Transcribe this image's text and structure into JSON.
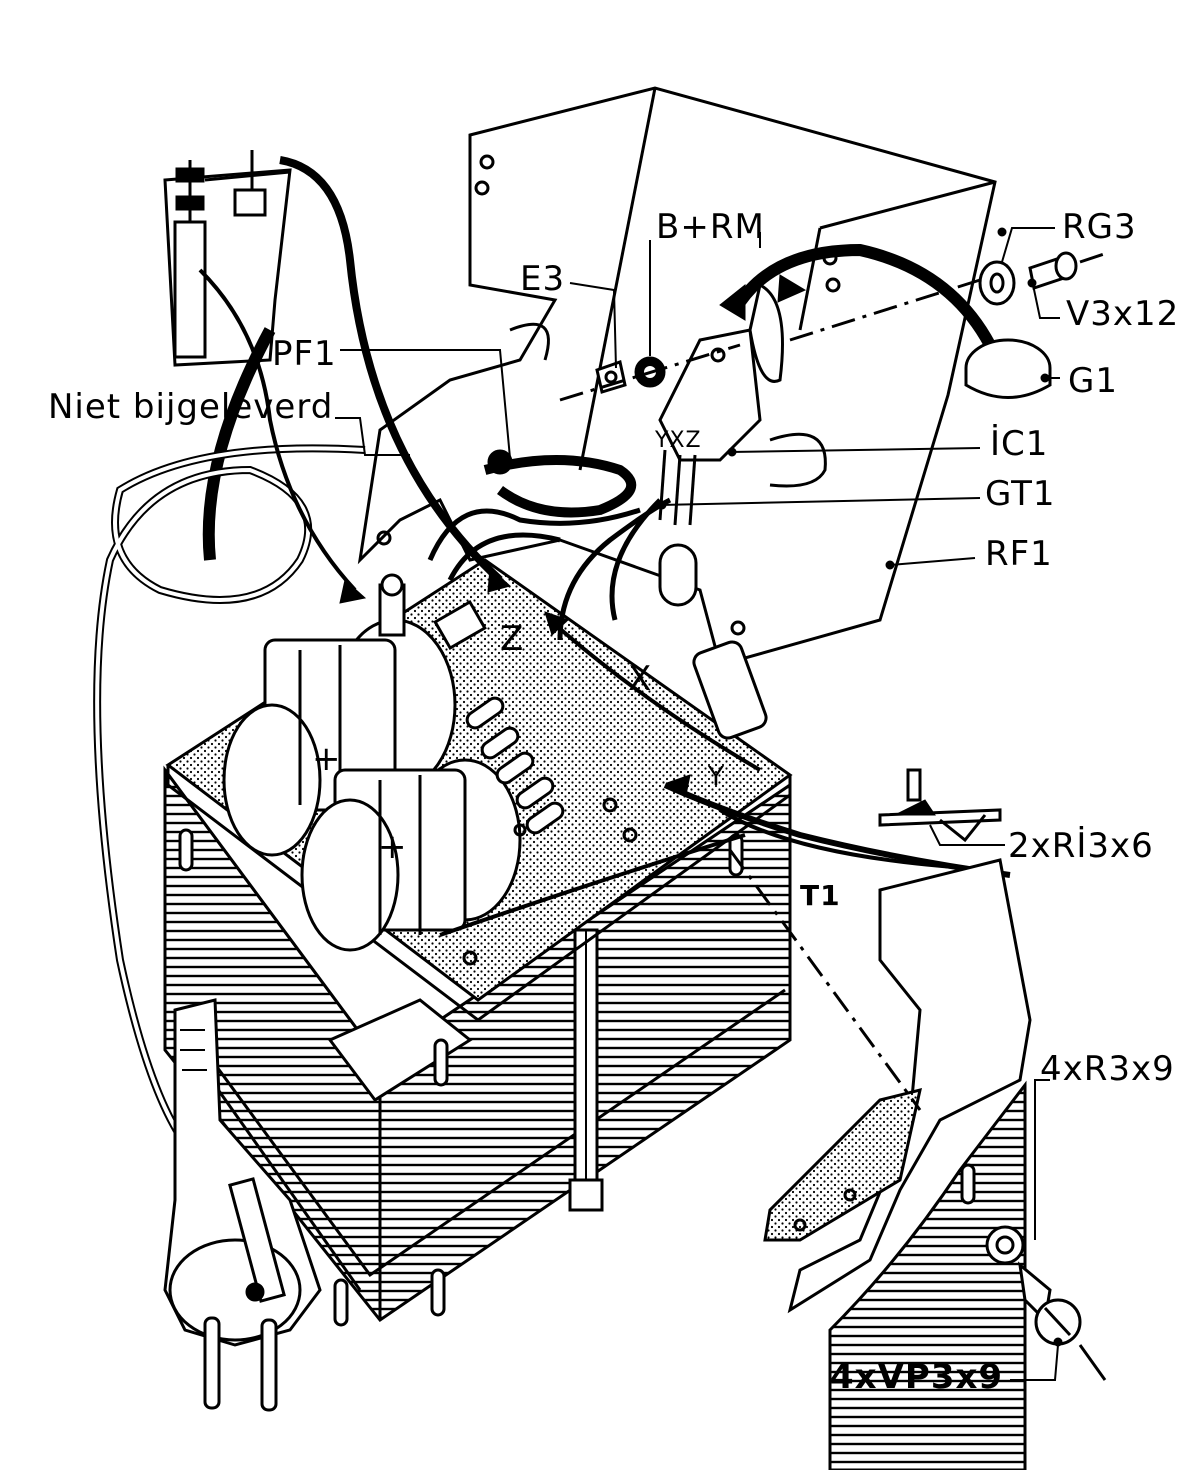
{
  "labels": {
    "niet_bijgeleverd": "Niet bijgeleverd",
    "pf1": "PF1",
    "e3": "E3",
    "b_rm": "B+RM",
    "rg3": "RG3",
    "v3x12": "V3x12",
    "g1": "G1",
    "ic1": "İC1",
    "gt1": "GT1",
    "rf1": "RF1",
    "two_x_ri3x6": "2xRİ3x6",
    "t1": "T1",
    "four_x_r3x9": "4xR3x9",
    "four_x_vp3x9": "4xVP3x9",
    "board_z": "Z",
    "board_x": "X",
    "board_y": "Y",
    "ic_pins": "YXZ"
  }
}
